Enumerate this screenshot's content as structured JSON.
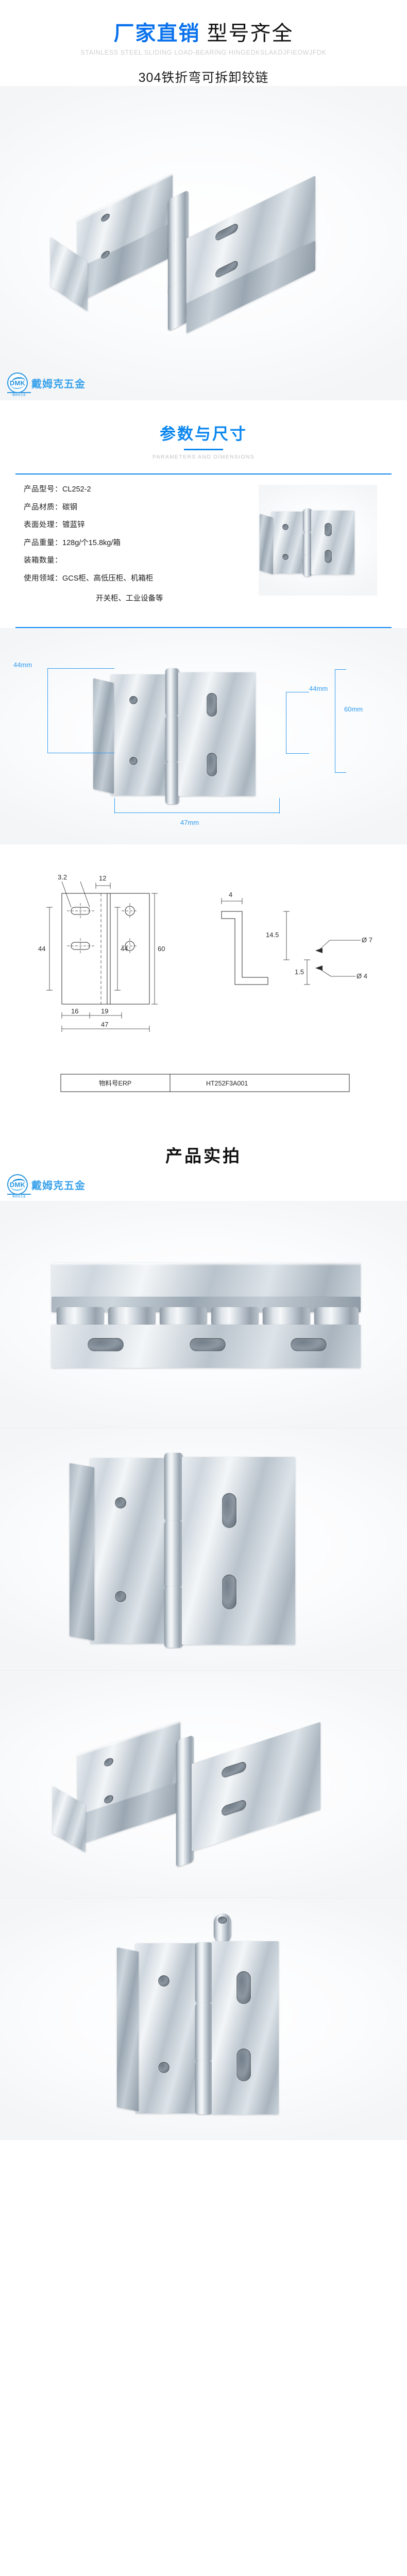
{
  "hero": {
    "title_blue": "厂家直销",
    "title_black": "型号齐全",
    "title_en": "STAINLESS STEEL SLIDING LOAD-BEARING HINGEDKSLAKDJFIEOWJFDK",
    "subtitle": "304铁折弯可拆卸铰链"
  },
  "brand": {
    "mark": "DMK",
    "mark_sub": "戴姆克五金",
    "name": "戴姆克五金"
  },
  "params_section": {
    "title": "参数与尺寸",
    "title_en": "PARAMETERS AND DIMENSIONS",
    "rows": [
      {
        "label": "产品型号：",
        "value": "CL252-2"
      },
      {
        "label": "产品材质：",
        "value": "碳钢"
      },
      {
        "label": "表面处理：",
        "value": "镀蓝锌"
      },
      {
        "label": "产品重量：",
        "value": "128g/个15.8kg/箱"
      },
      {
        "label": "装箱数量：",
        "value": ""
      },
      {
        "label": "使用领域：",
        "value": "GCS柜、高低压柜、机箱柜"
      }
    ],
    "rows_continued": "开关柜、工业设备等"
  },
  "dimensions": {
    "left_height": "44mm",
    "right_height": "44mm",
    "total_height": "60mm",
    "width": "47mm"
  },
  "drawing": {
    "dim_width_top_small": "3.2",
    "dim_a": "12",
    "dim_b": "4",
    "dim_c": "14.5",
    "dim_d": "1.5",
    "dim_e": "44",
    "dim_f": "44",
    "dim_g": "60",
    "dim_h": "16",
    "dim_i": "19",
    "dim_j": "47",
    "dia_7": "Ø 7",
    "dia_4": "Ø 4",
    "title_block_label": "物料号ERP",
    "title_block_value": "HT252F3A001"
  },
  "shots_section": {
    "title": "产品实拍"
  }
}
